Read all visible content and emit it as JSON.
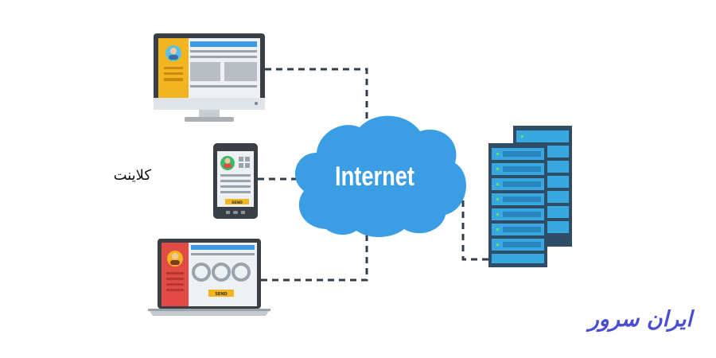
{
  "diagram": {
    "cloud_label": "Internet",
    "client_label": "کلاینت",
    "brand": "ایران سرور",
    "send_label": "SEND"
  },
  "colors": {
    "cloud": "#3b9de3",
    "connector": "#2f3e4a",
    "server_body": "#2f4d66",
    "server_slot": "#39a8e0",
    "screen_blue": "#3d9ae0",
    "panel_yellow": "#f2b51f",
    "panel_red": "#e24b45",
    "brand": "#4a4ed0"
  },
  "icons": [
    "desktop-monitor-icon",
    "smartphone-icon",
    "laptop-icon",
    "server-rack-icon",
    "cloud-icon",
    "user-avatar-icon"
  ]
}
